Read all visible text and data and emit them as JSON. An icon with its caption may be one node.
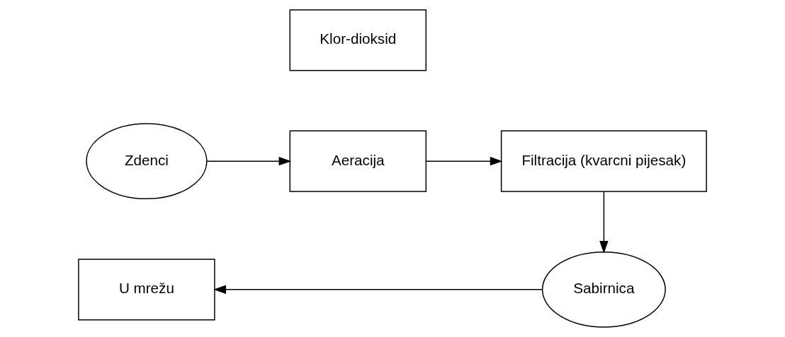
{
  "diagram": {
    "nodes": [
      {
        "text": [
          "Zdenci"
        ]
      },
      {
        "text": [
          "Aeracija"
        ]
      },
      {
        "text": [
          "Filtracija (kvarcni pijesak)"
        ]
      },
      {
        "text": [
          "Sabirnica"
        ]
      },
      {
        "text": [
          "Klor-dioksid"
        ]
      },
      {
        "text": [
          "U mrežu"
        ]
      }
    ],
    "edges": [
      {
        "from": 0,
        "to": 1,
        "arrow": "to"
      },
      {
        "from": 1,
        "to": 2,
        "arrow": "to"
      },
      {
        "from": 2,
        "to": 3,
        "arrow": "to"
      },
      {
        "from": 3,
        "to": 5,
        "arrow": "to"
      }
    ]
  }
}
